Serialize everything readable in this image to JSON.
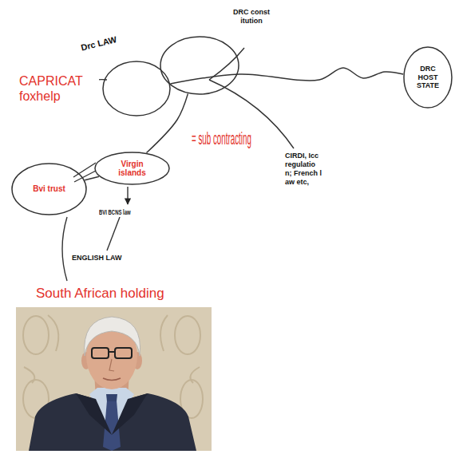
{
  "diagram": {
    "nodes": [
      {
        "text": [
          "Drc LAW"
        ]
      },
      {
        "text": [
          "DRC constitution"
        ]
      },
      {
        "text": [
          "DRC HOST STATE"
        ]
      },
      {
        "text": [
          "Virgin islands"
        ]
      },
      {
        "text": [
          "Bvi trust"
        ]
      }
    ],
    "edges": [
      {
        "from": 0,
        "to": 2,
        "arrow": "none"
      },
      {
        "from": 1,
        "to": 3,
        "arrow": "none"
      },
      {
        "from": 4,
        "to": 3,
        "arrow": "none"
      }
    ],
    "labels": [
      "CAPRICAT foxhelp",
      "= sub contracting",
      "CIRDI, Icc regulation; French law etc,",
      "BVI BCNS law",
      "ENGLISH LAW",
      "South African holding"
    ]
  }
}
